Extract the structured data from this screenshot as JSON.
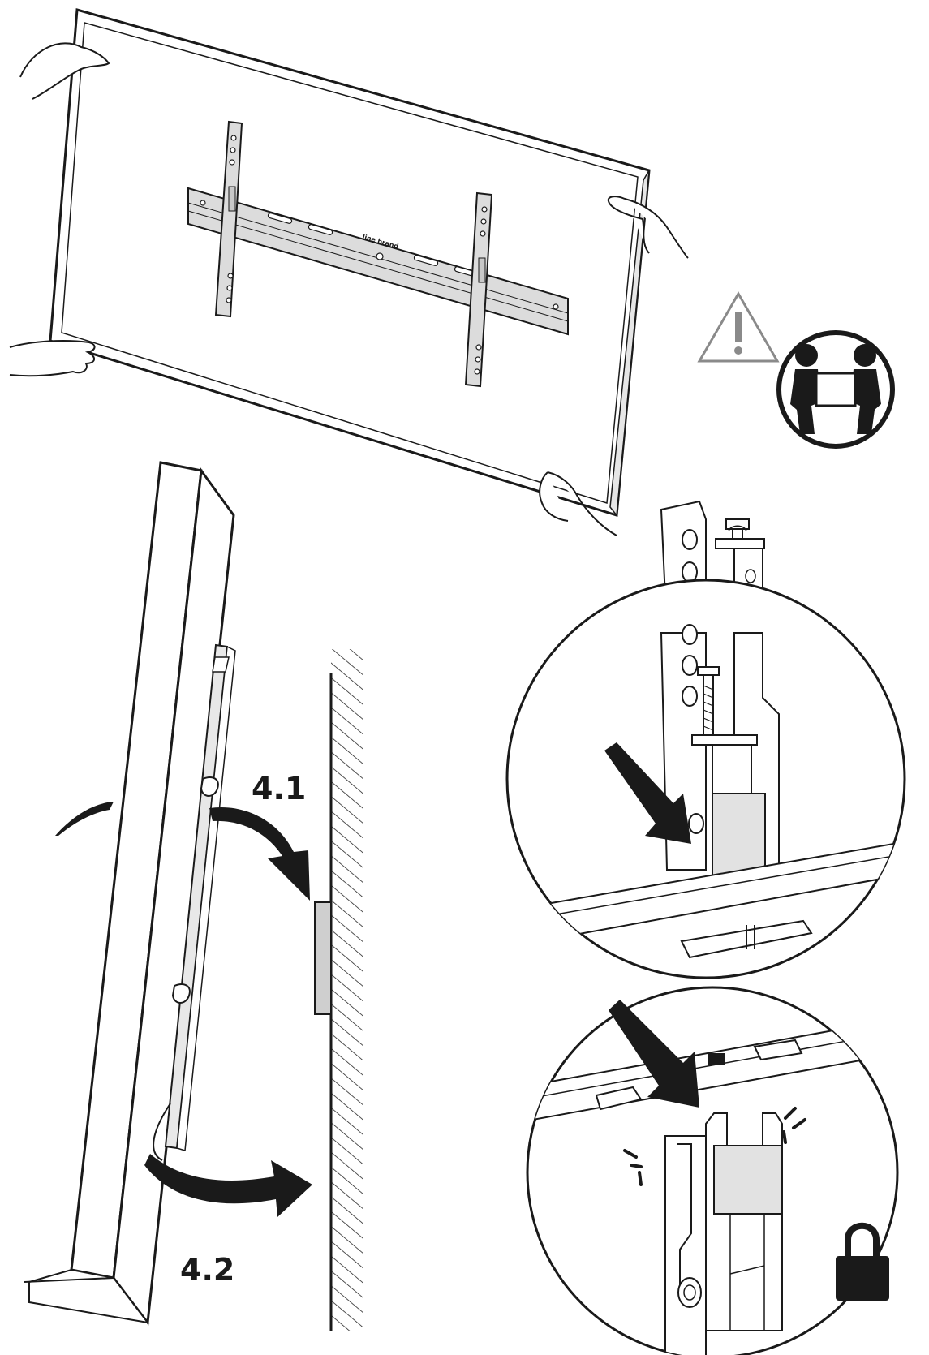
{
  "labels": {
    "step_4_1": "4.1",
    "step_4_2": "4.2",
    "bracket_brand": "line brand"
  },
  "colors": {
    "stroke": "#1a1a1a",
    "bracket_fill": "#dcdcdc",
    "wall_fill": "#ffffff",
    "plate_fill": "#cfcfcf",
    "arrow_fill": "#1a1a1a"
  },
  "icons": [
    "warning-triangle-icon",
    "two-person-lift-icon",
    "lock-icon",
    "click-sound-icon"
  ]
}
